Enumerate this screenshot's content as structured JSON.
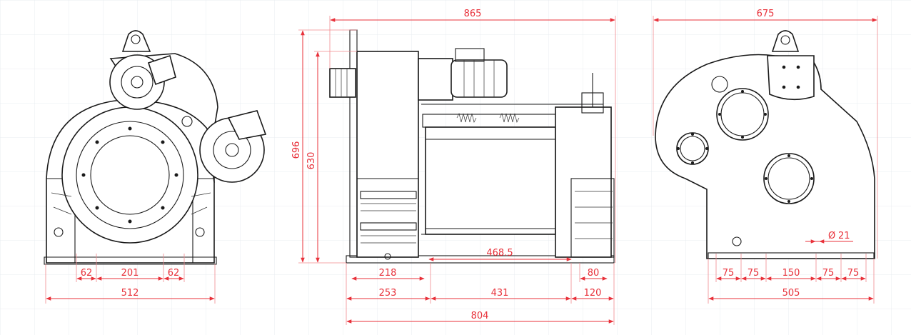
{
  "dimensions": {
    "front": {
      "d62a": "62",
      "d201": "201",
      "d62b": "62",
      "d512": "512"
    },
    "side": {
      "d865": "865",
      "d696": "696",
      "d630": "630",
      "d468": "468.5",
      "d218": "218",
      "d80": "80",
      "d253": "253",
      "d431": "431",
      "d120": "120",
      "d804": "804"
    },
    "rear": {
      "d675": "675",
      "d21": "21",
      "d75a": "75",
      "d75b": "75",
      "d150": "150",
      "d75c": "75",
      "d75d": "75",
      "d505": "505"
    }
  },
  "colors": {
    "dimension": "#e8313a",
    "outline": "#1a1a1a",
    "grid": "#e9ecf1",
    "centerline": "#e8a23a"
  }
}
